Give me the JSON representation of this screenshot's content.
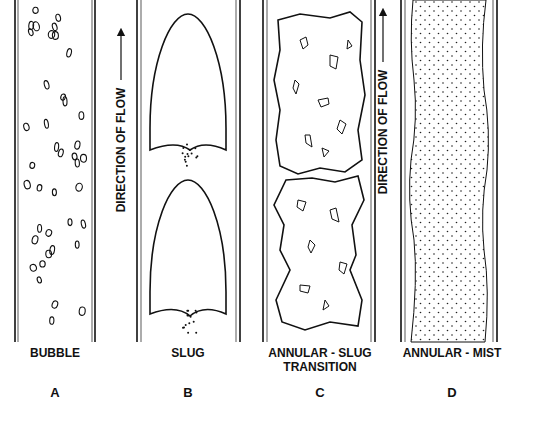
{
  "diagram": {
    "labels": [
      "BUBBLE",
      "SLUG",
      "ANNULAR - SLUG TRANSITION",
      "ANNULAR - MIST",
      "A",
      "B",
      "C",
      "D",
      "DIRECTION OF FLOW",
      "DIRECTION OF FLOW"
    ]
  }
}
